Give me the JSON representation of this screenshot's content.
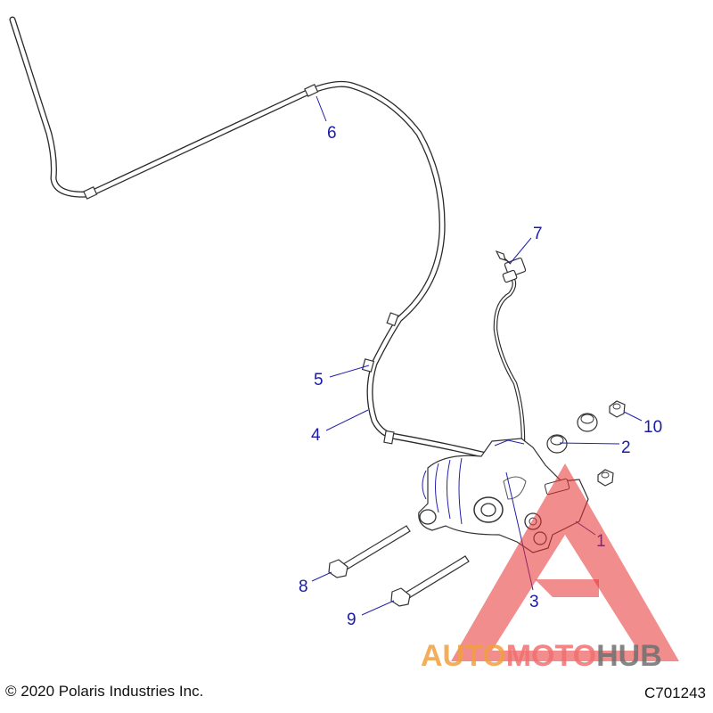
{
  "callouts": [
    {
      "id": "1",
      "label": "1"
    },
    {
      "id": "2",
      "label": "2"
    },
    {
      "id": "3",
      "label": "3"
    },
    {
      "id": "4",
      "label": "4"
    },
    {
      "id": "5",
      "label": "5"
    },
    {
      "id": "6",
      "label": "6"
    },
    {
      "id": "7",
      "label": "7"
    },
    {
      "id": "8",
      "label": "8"
    },
    {
      "id": "9",
      "label": "9"
    },
    {
      "id": "10",
      "label": "10"
    }
  ],
  "footer": {
    "copyright": "© 2020 Polaris Industries Inc.",
    "drawing_number": "C701243"
  },
  "watermark": {
    "part1": "AUTO",
    "part2": "MOTO",
    "part3": "HUB",
    "color_primary": "#f0a040",
    "color_secondary": "#f07070",
    "color_tertiary": "#707070",
    "triangle_color": "#e83030"
  },
  "colors": {
    "callout": "#1a1aa8",
    "line_art": "#333333"
  }
}
